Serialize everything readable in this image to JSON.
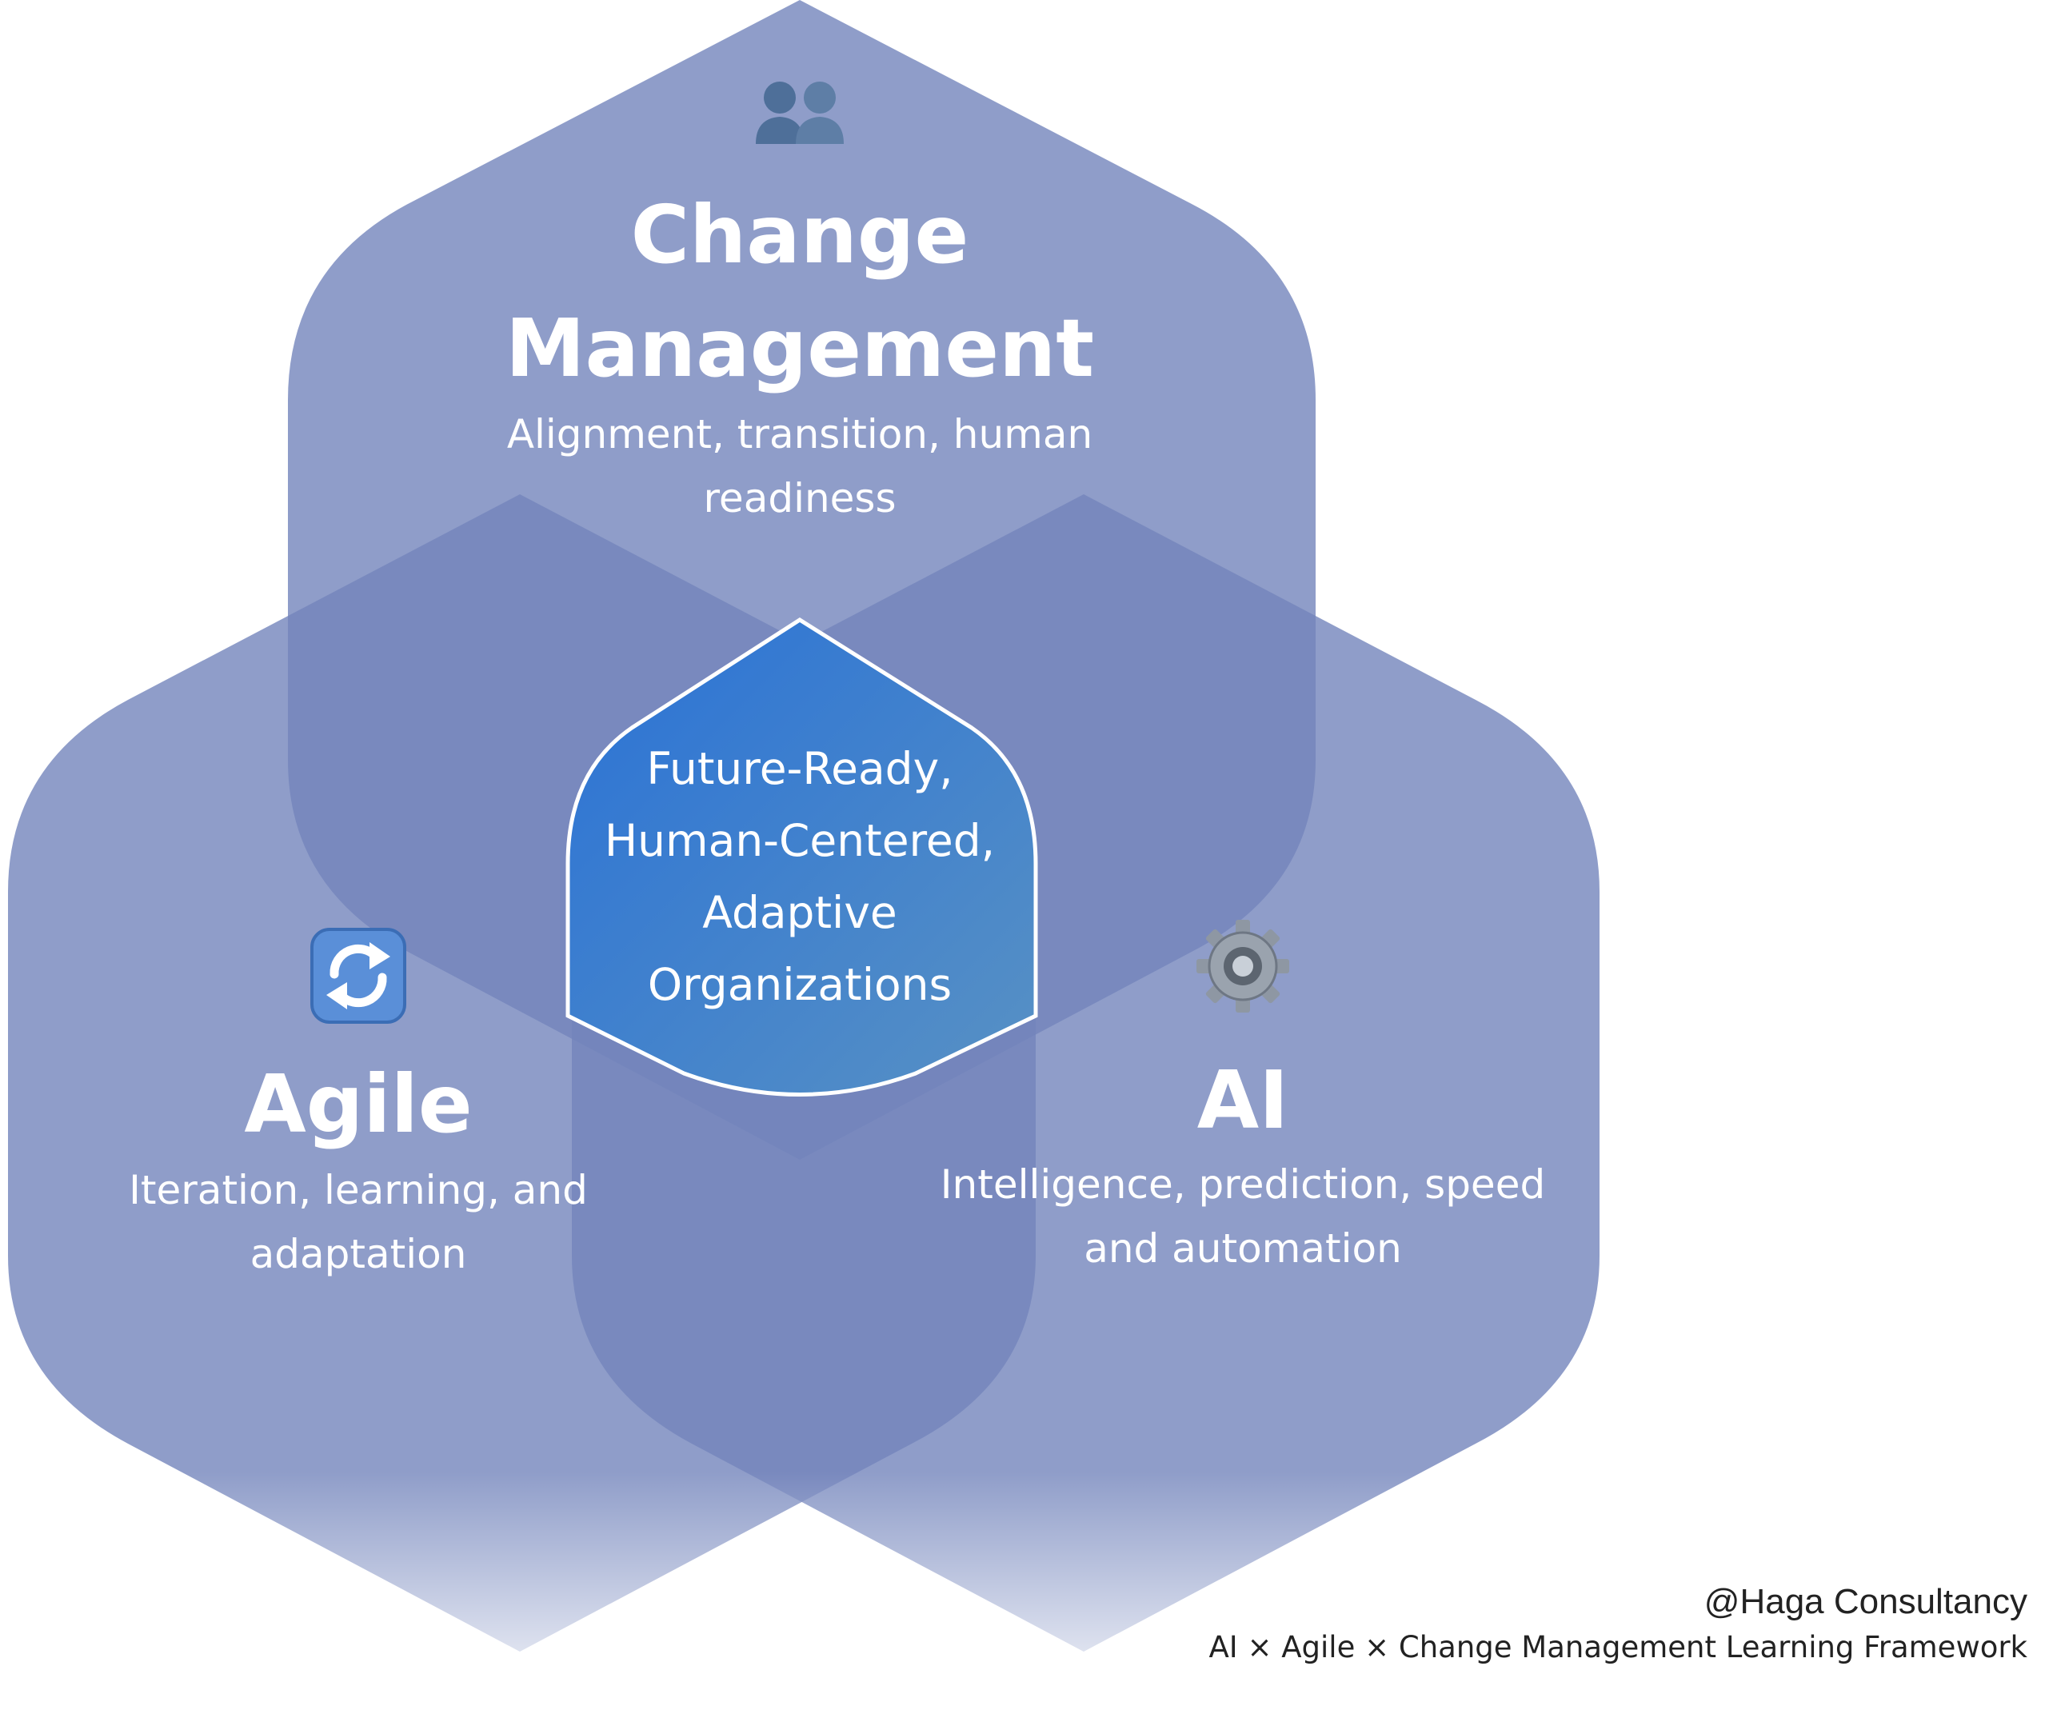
{
  "colors": {
    "petal": "#7385BC",
    "petal_opacity": 0.8,
    "center_start": "#2A72D6",
    "center_end": "#5891C4",
    "center_stroke": "#FFFFFF",
    "text": "#FFFFFF",
    "credit_text": "#222222"
  },
  "circles": [
    {
      "id": "change-management",
      "title_lines": [
        "Change",
        "Management"
      ],
      "subtitle_lines": [
        "Alignment, transition, human",
        "readiness"
      ],
      "icon": "people-icon"
    },
    {
      "id": "agile",
      "title_lines": [
        "Agile"
      ],
      "subtitle_lines": [
        "Iteration, learning, and",
        "adaptation"
      ],
      "icon": "refresh-arrows-icon"
    },
    {
      "id": "ai",
      "title_lines": [
        "AI"
      ],
      "subtitle_lines": [
        "Intelligence, prediction, speed",
        "and automation"
      ],
      "icon": "gear-icon"
    }
  ],
  "center": {
    "lines": [
      "Future-Ready,",
      "Human-Centered,",
      "Adaptive",
      "Organizations"
    ]
  },
  "credit": {
    "author": "@Haga Consultancy",
    "framework": "AI × Agile × Change Management Learning Framework"
  }
}
